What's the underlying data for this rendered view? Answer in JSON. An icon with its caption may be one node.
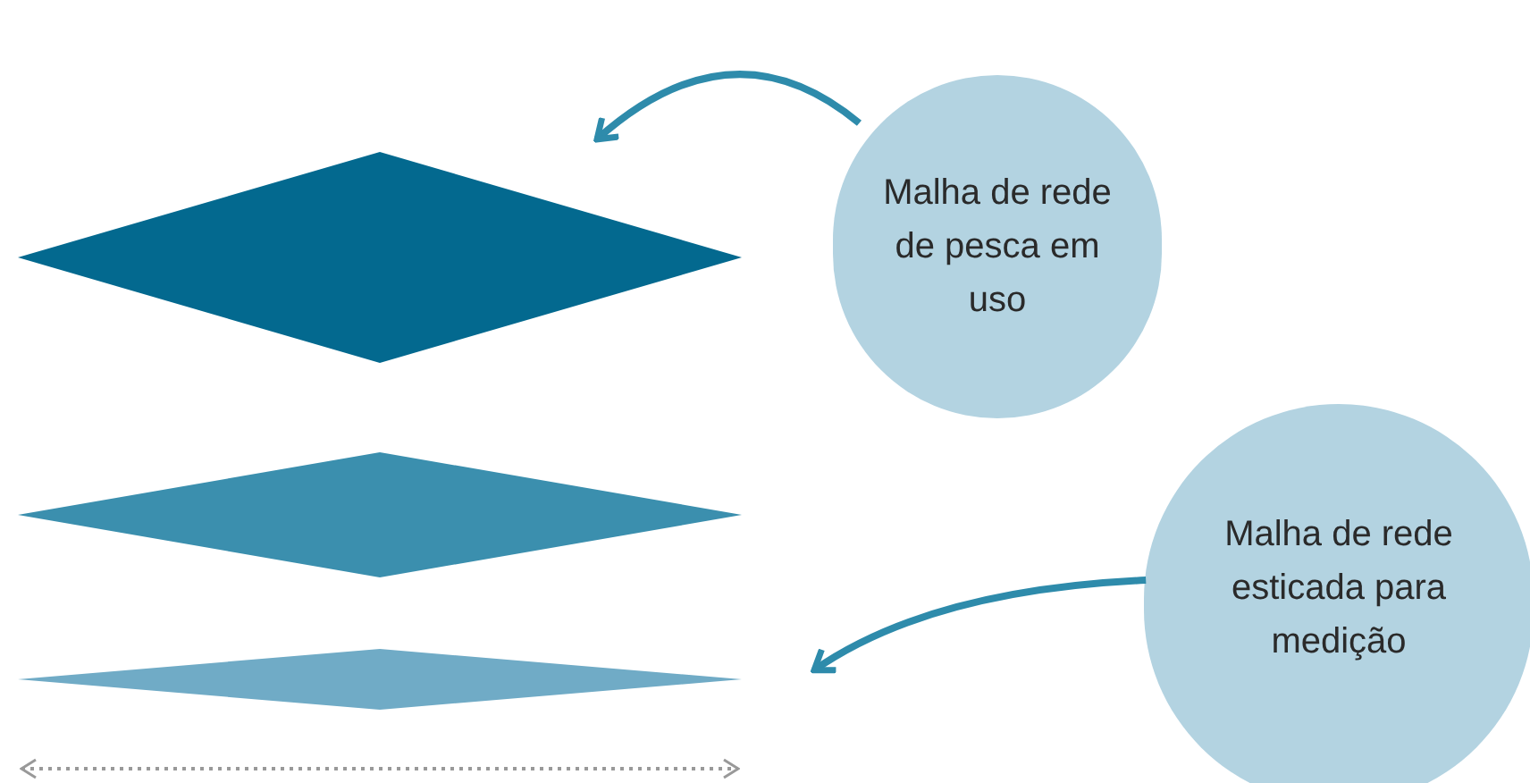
{
  "diagram": {
    "nodes": [
      {
        "text": [],
        "shape": "diamond"
      },
      {
        "text": [],
        "shape": "diamond"
      },
      {
        "text": [],
        "shape": "diamond"
      },
      {
        "text": [
          "Malha de rede de pesca em uso"
        ]
      },
      {
        "text": [
          "Malha de rede esticada para medição"
        ]
      }
    ],
    "edges": [
      {
        "from": 3,
        "to": 0,
        "arrow": "to"
      },
      {
        "from": 4,
        "to": 2,
        "arrow": "to"
      }
    ]
  }
}
